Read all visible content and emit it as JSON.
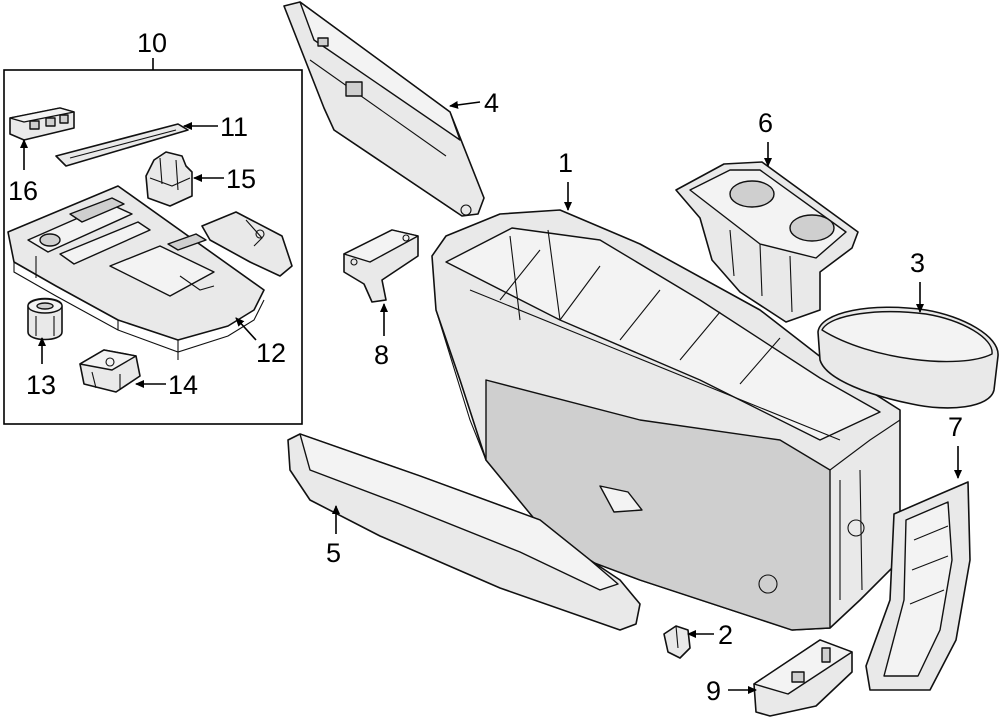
{
  "callouts": {
    "c1": "1",
    "c2": "2",
    "c3": "3",
    "c4": "4",
    "c5": "5",
    "c6": "6",
    "c7": "7",
    "c8": "8",
    "c9": "9",
    "c10": "10",
    "c11": "11",
    "c12": "12",
    "c13": "13",
    "c14": "14",
    "c15": "15",
    "c16": "16"
  },
  "colors": {
    "line": "#111111",
    "part_fill": "#e9e9e9",
    "background": "#ffffff"
  }
}
